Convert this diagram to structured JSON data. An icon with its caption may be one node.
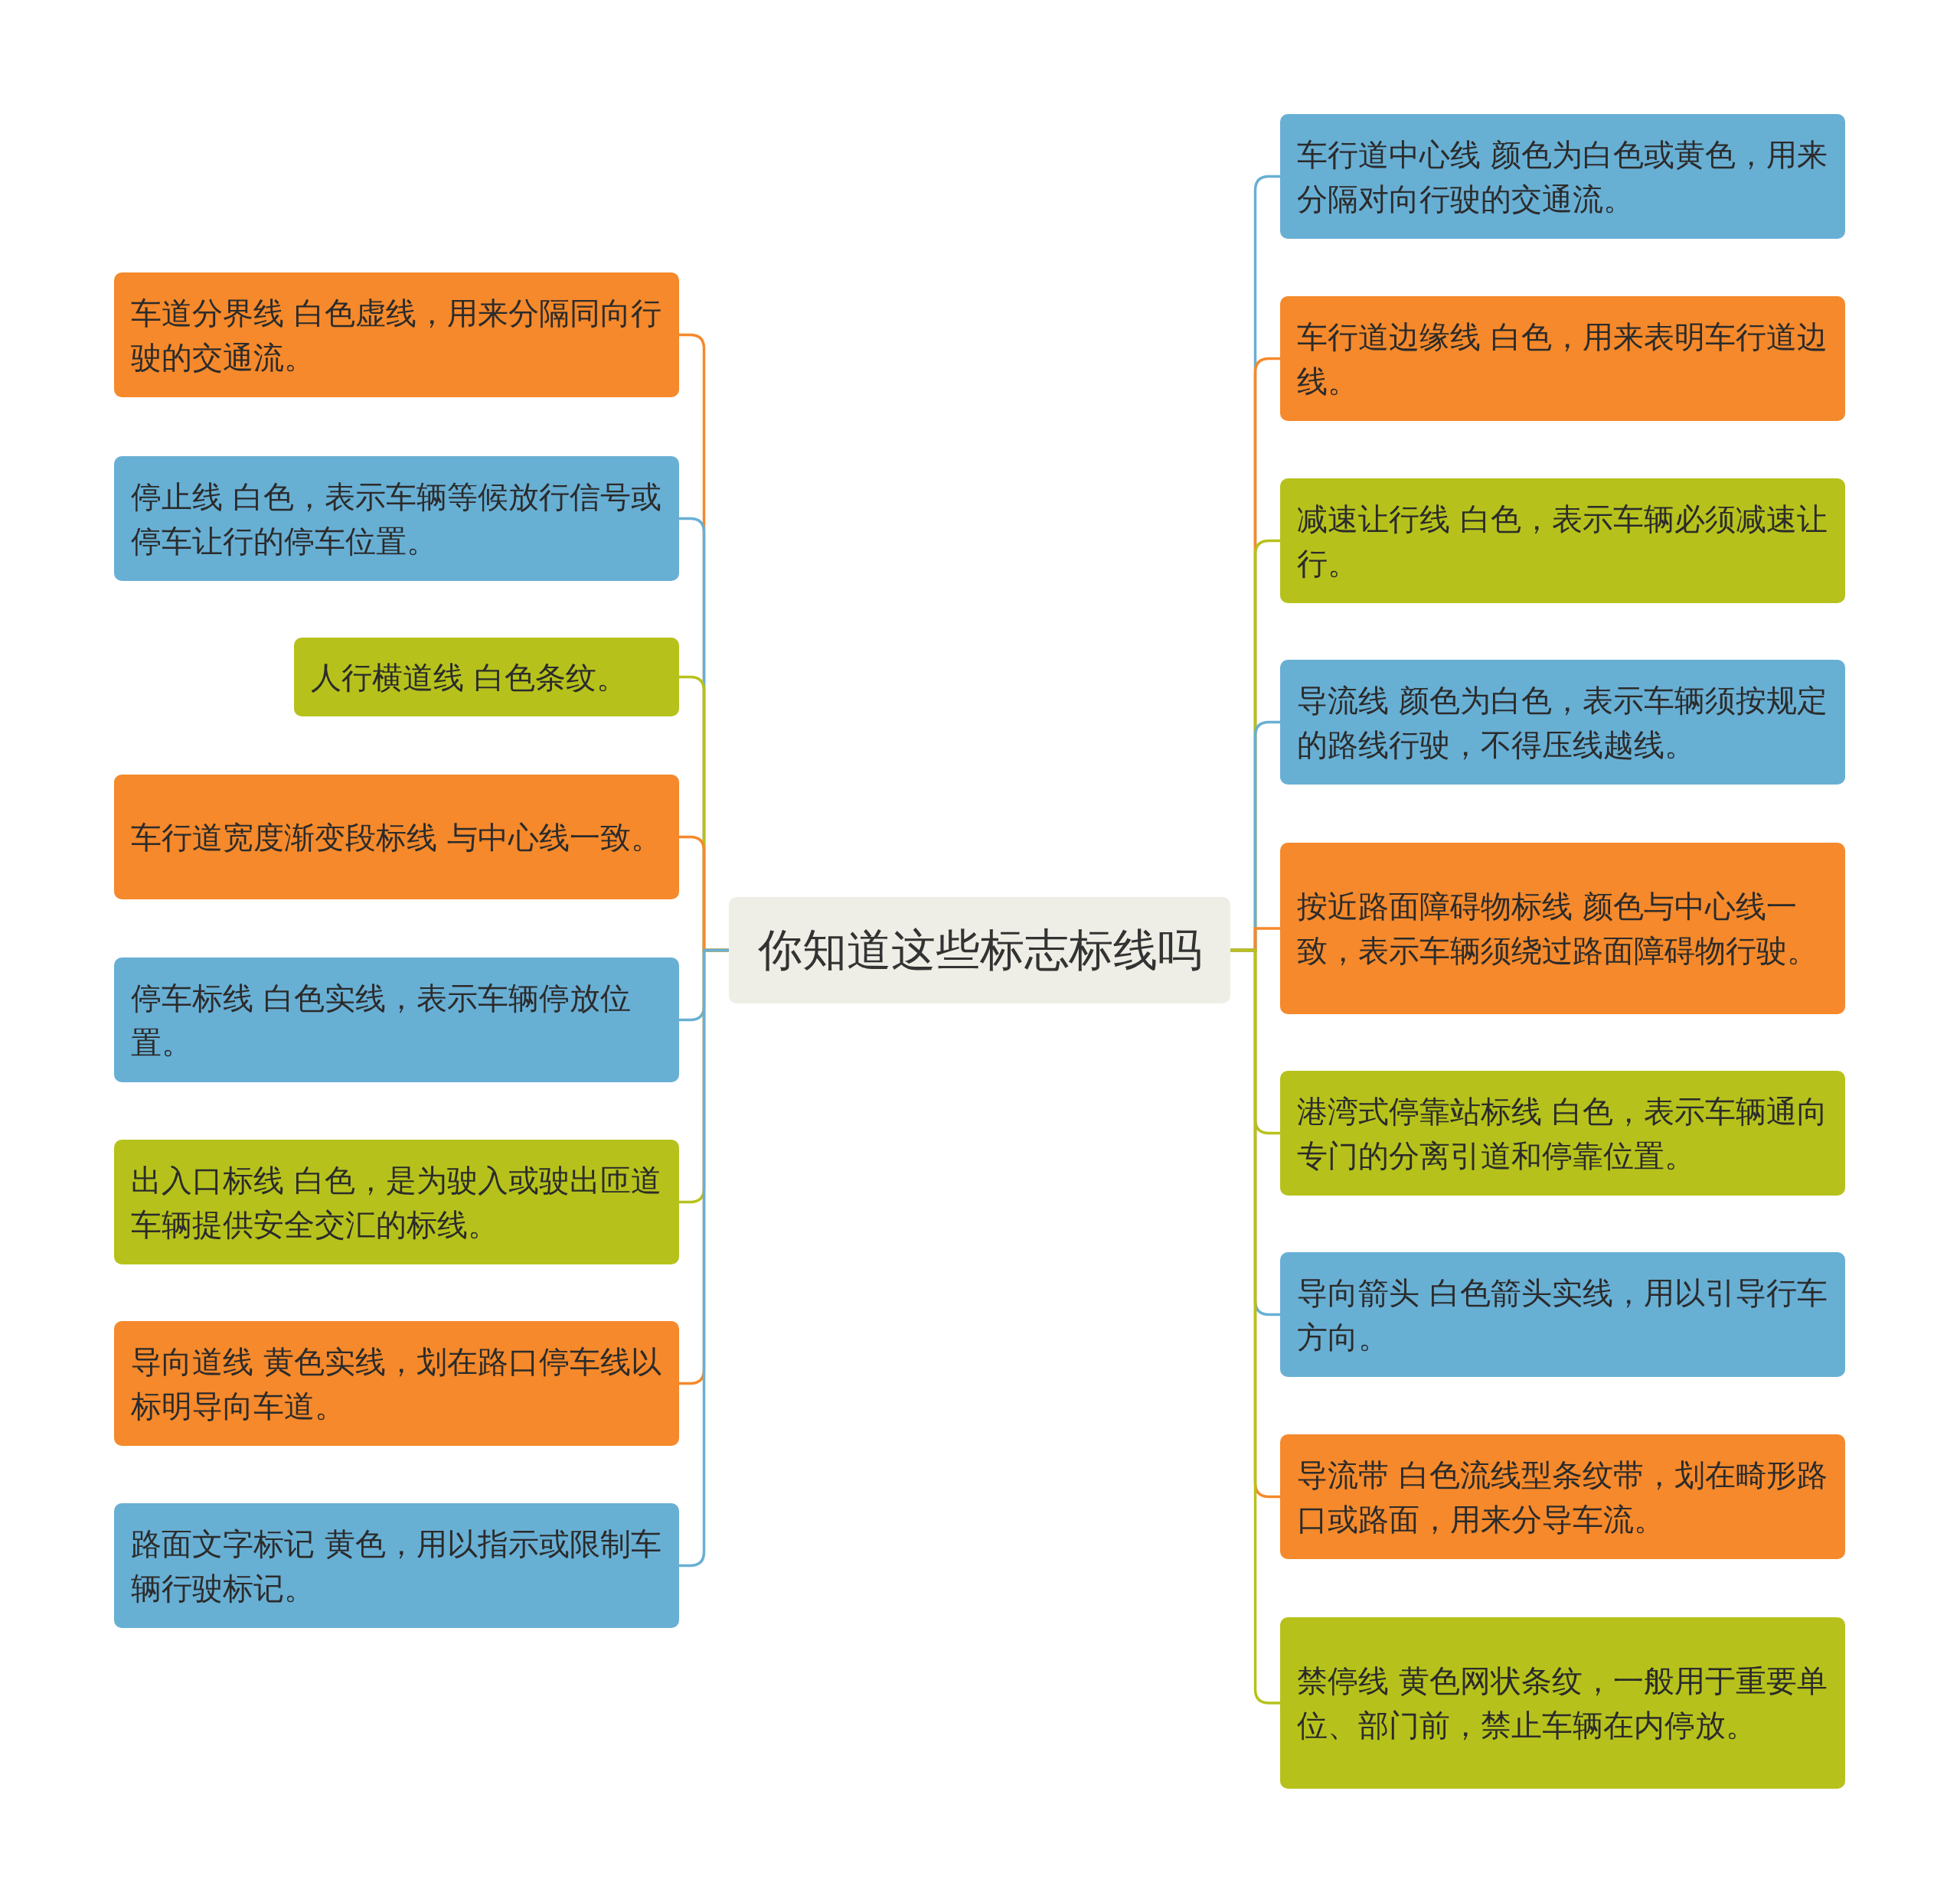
{
  "diagram": {
    "nodes": [
      {
        "text": [
          "你知道这些标志标线吗"
        ]
      },
      {
        "text": [
          "车道分界线 白色虚线，用来分隔同向行驶的交通流。"
        ]
      },
      {
        "text": [
          "停止线 白色，表示车辆等候放行信号或停车让行的停车位置。"
        ]
      },
      {
        "text": [
          "人行横道线 白色条纹。"
        ]
      },
      {
        "text": [
          "车行道宽度渐变段标线 与中心线一致。"
        ]
      },
      {
        "text": [
          "停车标线 白色实线，表示车辆停放位置。"
        ]
      },
      {
        "text": [
          "出入口标线 白色，是为驶入或驶出匝道车辆提供安全交汇的标线。"
        ]
      },
      {
        "text": [
          "导向道线 黄色实线，划在路口停车线以标明导向车道。"
        ]
      },
      {
        "text": [
          "路面文字标记 黄色，用以指示或限制车辆行驶标记。"
        ]
      },
      {
        "text": [
          "车行道中心线 颜色为白色或黄色，用来分隔对向行驶的交通流。"
        ]
      },
      {
        "text": [
          "车行道边缘线 白色，用来表明车行道边线。"
        ]
      },
      {
        "text": [
          "减速让行线 白色，表示车辆必须减速让行。"
        ]
      },
      {
        "text": [
          "导流线 颜色为白色，表示车辆须按规定的路线行驶，不得压线越线。"
        ]
      },
      {
        "text": [
          "按近路面障碍物标线 颜色与中心线一致，表示车辆须绕过路面障碍物行驶。"
        ]
      },
      {
        "text": [
          "港湾式停靠站标线 白色，表示车辆通向专门的分离引道和停靠位置。"
        ]
      },
      {
        "text": [
          "导向箭头 白色箭头实线，用以引导行车方向。"
        ]
      },
      {
        "text": [
          "导流带 白色流线型条纹带，划在畸形路口或路面，用来分导车流。"
        ]
      },
      {
        "text": [
          "禁停线 黄色网状条纹，一般用于重要单位、部门前，禁止车辆在内停放。"
        ]
      }
    ],
    "edges": [
      {
        "from": 0,
        "to": 1,
        "arrow": "none",
        "color": "#f5892b"
      },
      {
        "from": 0,
        "to": 2,
        "arrow": "none",
        "color": "#68afd4"
      },
      {
        "from": 0,
        "to": 3,
        "arrow": "none",
        "color": "#b6c21b"
      },
      {
        "from": 0,
        "to": 4,
        "arrow": "none",
        "color": "#f5892b"
      },
      {
        "from": 0,
        "to": 5,
        "arrow": "none",
        "color": "#68afd4"
      },
      {
        "from": 0,
        "to": 6,
        "arrow": "none",
        "color": "#b6c21b"
      },
      {
        "from": 0,
        "to": 7,
        "arrow": "none",
        "color": "#f5892b"
      },
      {
        "from": 0,
        "to": 8,
        "arrow": "none",
        "color": "#68afd4"
      },
      {
        "from": 0,
        "to": 9,
        "arrow": "none",
        "color": "#68afd4"
      },
      {
        "from": 0,
        "to": 10,
        "arrow": "none",
        "color": "#f5892b"
      },
      {
        "from": 0,
        "to": 11,
        "arrow": "none",
        "color": "#b6c21b"
      },
      {
        "from": 0,
        "to": 12,
        "arrow": "none",
        "color": "#68afd4"
      },
      {
        "from": 0,
        "to": 13,
        "arrow": "none",
        "color": "#f5892b"
      },
      {
        "from": 0,
        "to": 14,
        "arrow": "none",
        "color": "#b6c21b"
      },
      {
        "from": 0,
        "to": 15,
        "arrow": "none",
        "color": "#68afd4"
      },
      {
        "from": 0,
        "to": 16,
        "arrow": "none",
        "color": "#f5892b"
      },
      {
        "from": 0,
        "to": 17,
        "arrow": "none",
        "color": "#b6c21b"
      }
    ]
  }
}
